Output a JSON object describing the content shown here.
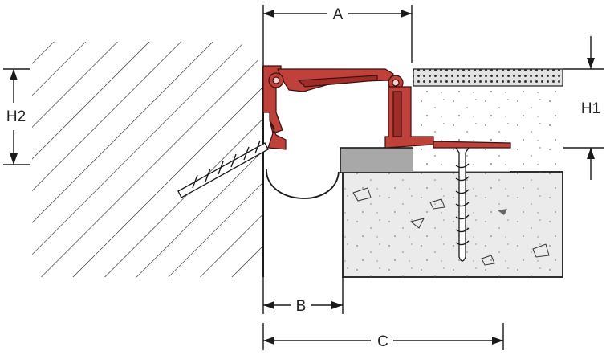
{
  "labels": {
    "a": "A",
    "b": "B",
    "c": "C",
    "h1": "H1",
    "h2": "H2"
  },
  "colors": {
    "profile": "#c0403a",
    "profile_stroke": "#3a1010",
    "screed": "#a9a9a9",
    "concrete": "#e9e9e9",
    "tile": "#dedede",
    "line": "#1a1a1a"
  }
}
